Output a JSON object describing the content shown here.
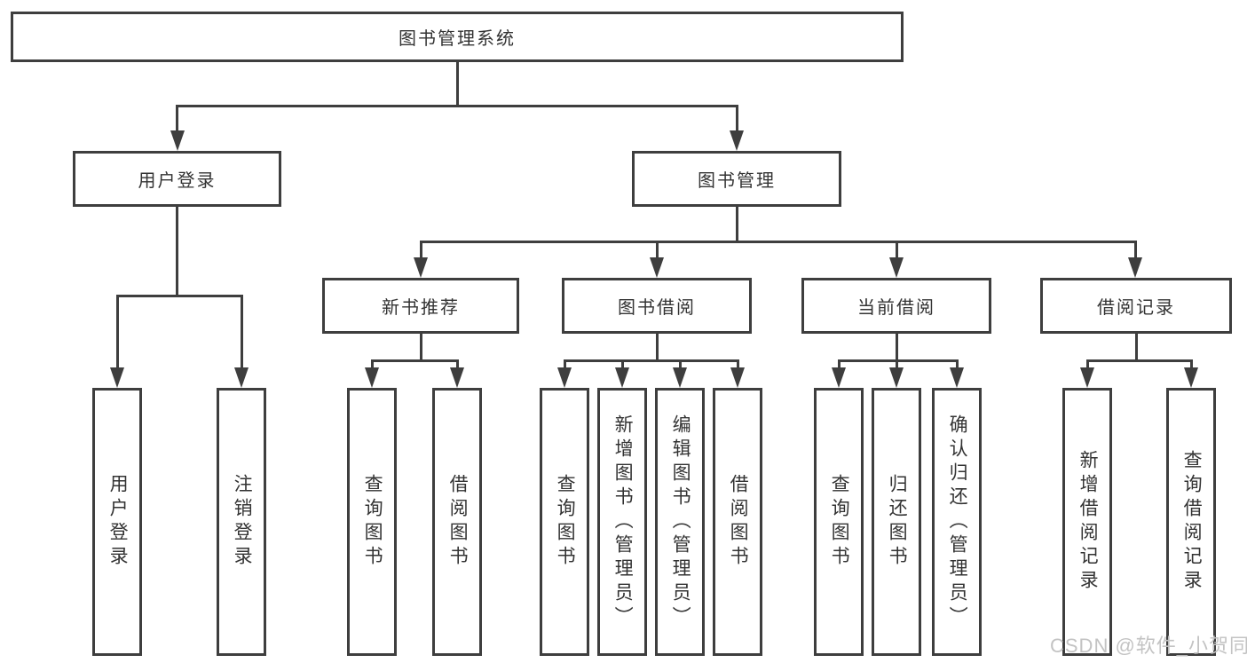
{
  "tree": {
    "root": {
      "label": "图书管理系统",
      "children": [
        {
          "label": "用户登录",
          "children": [
            {
              "label": "用户登录"
            },
            {
              "label": "注销登录"
            }
          ]
        },
        {
          "label": "图书管理",
          "children": [
            {
              "label": "新书推荐",
              "children": [
                {
                  "label": "查询图书"
                },
                {
                  "label": "借阅图书"
                }
              ]
            },
            {
              "label": "图书借阅",
              "children": [
                {
                  "label": "查询图书"
                },
                {
                  "label": "新增图书（管理员）"
                },
                {
                  "label": "编辑图书（管理员）"
                },
                {
                  "label": "借阅图书"
                }
              ]
            },
            {
              "label": "当前借阅",
              "children": [
                {
                  "label": "查询图书"
                },
                {
                  "label": "归还图书"
                },
                {
                  "label": "确认归还（管理员）"
                }
              ]
            },
            {
              "label": "借阅记录",
              "children": [
                {
                  "label": "新增借阅记录"
                },
                {
                  "label": "查询借阅记录"
                }
              ]
            }
          ]
        }
      ]
    }
  },
  "watermark": {
    "text": "CSDN @软件_小贺同学"
  },
  "colors": {
    "line": "#3e3e3e",
    "text": "#333333",
    "watermark": "#c3c3c3",
    "background": "#ffffff"
  }
}
